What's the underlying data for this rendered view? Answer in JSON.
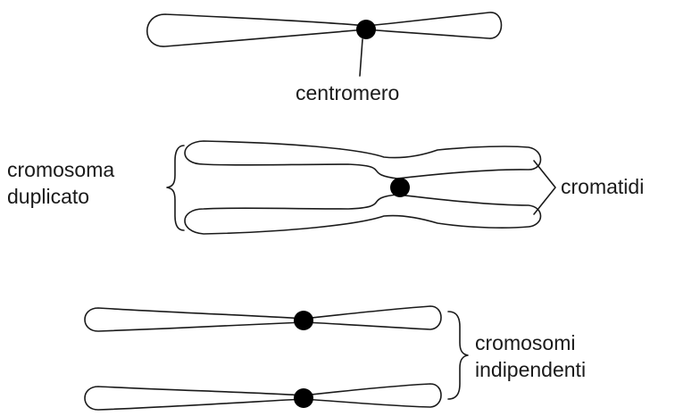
{
  "labels": {
    "centromere": "centromero",
    "duplicated_chromosome_line1": "cromosoma",
    "duplicated_chromosome_line2": "duplicato",
    "chromatids": "cromatidi",
    "independent_chromosomes_line1": "cromosomi",
    "independent_chromosomes_line2": "indipendenti"
  }
}
